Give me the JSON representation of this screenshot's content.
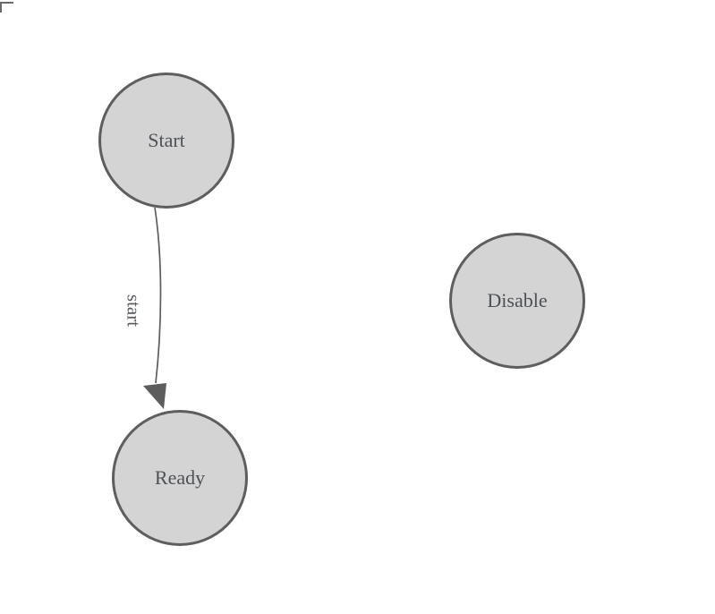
{
  "diagram": {
    "type": "state-graph",
    "background": "#ffffff",
    "node_fill": "#d4d4d4",
    "node_stroke": "#5e5e5e",
    "node_text_color": "#4d5156",
    "edge_color": "#5d5d5d",
    "nodes": [
      {
        "id": "start",
        "label": "Start"
      },
      {
        "id": "ready",
        "label": "Ready"
      },
      {
        "id": "disable",
        "label": "Disable"
      }
    ],
    "edges": [
      {
        "from": "Start",
        "to": "Ready",
        "label": "start"
      }
    ]
  }
}
